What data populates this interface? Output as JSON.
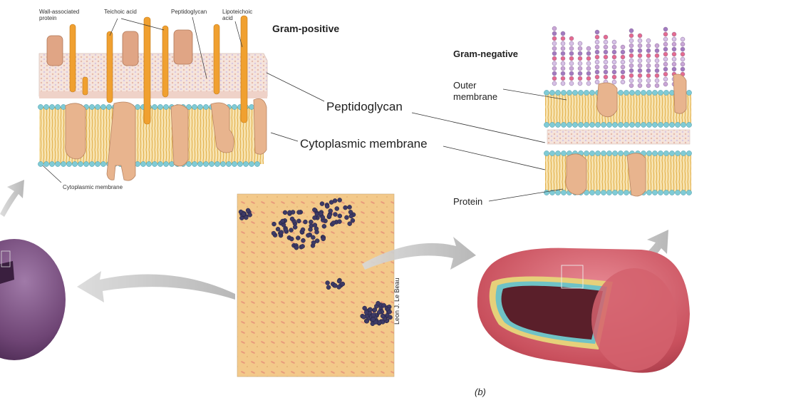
{
  "gram_positive": {
    "title": "Gram-positive",
    "labels": {
      "wall_protein": "Wall-associated protein",
      "teichoic": "Teichoic acid",
      "peptidoglycan": "Peptidoglycan",
      "lipoteichoic": "Lipoteichoic acid",
      "cyto_membrane": "Cytoplasmic membrane"
    }
  },
  "center": {
    "peptidoglycan": "Peptidoglycan",
    "cytoplasmic_membrane": "Cytoplasmic membrane"
  },
  "gram_negative": {
    "title": "Gram-negative",
    "outer_membrane": "Outer membrane",
    "protein": "Protein"
  },
  "micrograph": {
    "credit": "Leon J. Le Beau"
  },
  "panel_label": "(b)",
  "colors": {
    "protein": "#e8b48e",
    "lipid_head": "#7fcbd6",
    "lipid_tail": "#e8b84a",
    "teichoic": "#f0a030",
    "peptidoglycan": "#f2ddd6",
    "micrograph_bg": "#f3c98a",
    "cell_purple": "#7b5080",
    "cell_red": "#d25763",
    "arrow": "#c8c8c8"
  }
}
